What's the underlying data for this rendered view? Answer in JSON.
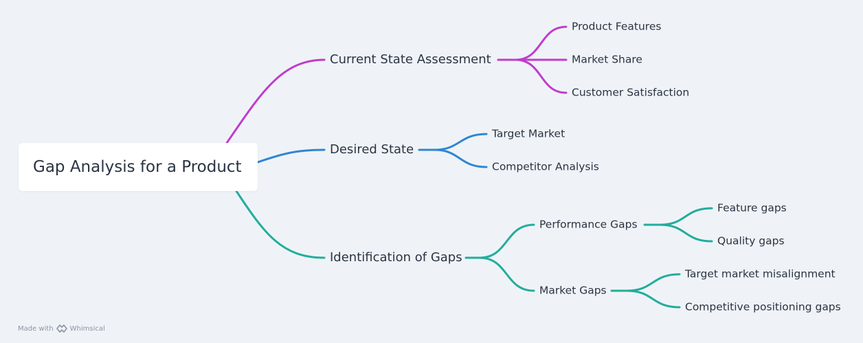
{
  "root": {
    "label": "Gap Analysis for a Product"
  },
  "colors": {
    "branch_current": "#c03ccc",
    "branch_desired": "#2f86d4",
    "branch_gaps": "#22ad9c",
    "background": "#eff3f7",
    "text": "#2b3443"
  },
  "branches": {
    "current": {
      "label": "Current State Assessment",
      "children": [
        "Product Features",
        "Market Share",
        "Customer Satisfaction"
      ]
    },
    "desired": {
      "label": "Desired State",
      "children": [
        "Target Market",
        "Competitor Analysis"
      ]
    },
    "gaps": {
      "label": "Identification of Gaps",
      "performance": {
        "label": "Performance Gaps",
        "children": [
          "Feature gaps",
          "Quality gaps"
        ]
      },
      "market": {
        "label": "Market Gaps",
        "children": [
          "Target market misalignment",
          "Competitive positioning gaps"
        ]
      }
    }
  },
  "footer": {
    "made_with": "Made with",
    "brand": "Whimsical",
    "logo_icon": "whimsical-logo-icon"
  }
}
